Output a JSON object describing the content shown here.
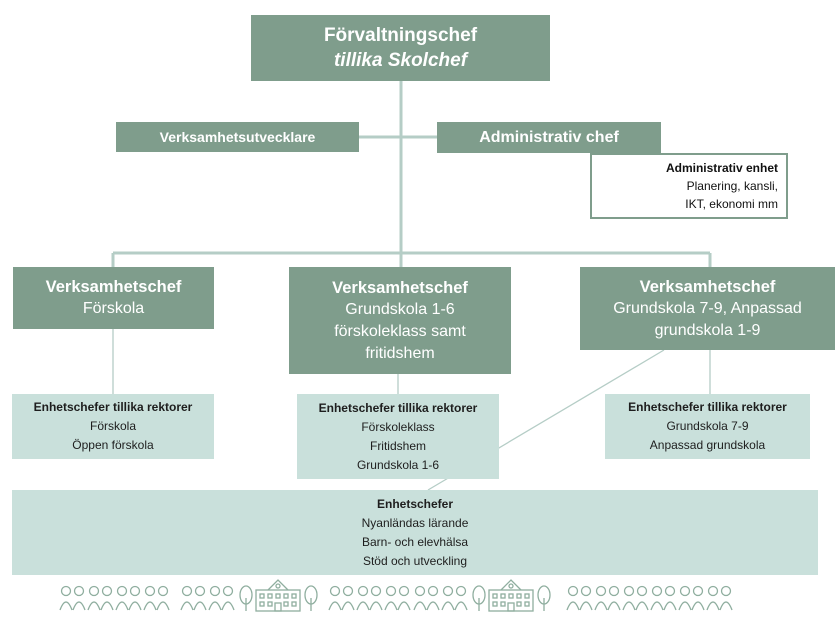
{
  "top": {
    "title": "Förvaltningschef",
    "subtitle": "tillika Skolchef"
  },
  "staff": {
    "developer": "Verksamhetsutvecklare",
    "admin_chief": "Administrativ chef",
    "admin_unit": {
      "title": "Administrativ enhet",
      "lines": [
        "Planering, kansli,",
        "IKT, ekonomi mm"
      ]
    }
  },
  "divisions": [
    {
      "title": "Verksamhetschef",
      "lines": [
        "Förskola"
      ]
    },
    {
      "title": "Verksamhetschef",
      "lines": [
        "Grundskola 1-6",
        "förskoleklass samt",
        "fritidshem"
      ]
    },
    {
      "title": "Verksamhetschef",
      "lines": [
        "Grundskola 7-9, Anpassad",
        "grundskola 1-9"
      ]
    }
  ],
  "leaders": [
    {
      "title": "Enhetschefer tillika rektorer",
      "lines": [
        "Förskola",
        "Öppen förskola"
      ]
    },
    {
      "title": "Enhetschefer tillika rektorer",
      "lines": [
        "Förskoleklass",
        "Fritidshem",
        "Grundskola 1-6"
      ]
    },
    {
      "title": "Enhetschefer tillika rektorer",
      "lines": [
        "Grundskola 7-9",
        "Anpassad grundskola"
      ]
    }
  ],
  "units": {
    "title": "Enhetschefer",
    "lines": [
      "Nyanländas lärande",
      "Barn- och elevhälsa",
      "Stöd och utveckling"
    ]
  },
  "colors": {
    "dark_box": "#7f9d8c",
    "light_box": "#c9e0db",
    "connector": "#b5cdc6",
    "icons": "#8fae9f"
  },
  "icons": [
    "people-group-icon",
    "school-building-icon",
    "tree-icon"
  ]
}
